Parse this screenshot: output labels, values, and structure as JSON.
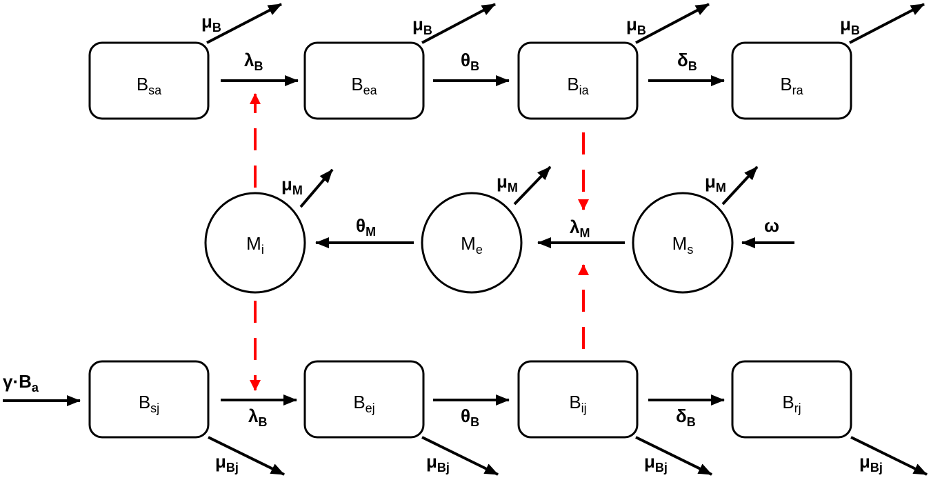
{
  "nodes": {
    "bsa": {
      "main": "B",
      "sub": "sa"
    },
    "bea": {
      "main": "B",
      "sub": "ea"
    },
    "bia": {
      "main": "B",
      "sub": "ia"
    },
    "bra": {
      "main": "B",
      "sub": "ra"
    },
    "mi": {
      "main": "M",
      "sub": "i"
    },
    "me": {
      "main": "M",
      "sub": "e"
    },
    "ms": {
      "main": "M",
      "sub": "s"
    },
    "bsj": {
      "main": "B",
      "sub": "sj"
    },
    "bej": {
      "main": "B",
      "sub": "ej"
    },
    "bij": {
      "main": "B",
      "sub": "ij"
    },
    "brj": {
      "main": "B",
      "sub": "rj"
    }
  },
  "rates": {
    "mu_b": {
      "main": "μ",
      "sub": "B"
    },
    "lambda_b": {
      "main": "λ",
      "sub": "B"
    },
    "theta_b": {
      "main": "θ",
      "sub": "B"
    },
    "delta_b": {
      "main": "δ",
      "sub": "B"
    },
    "mu_m": {
      "main": "μ",
      "sub": "M"
    },
    "theta_m": {
      "main": "θ",
      "sub": "M"
    },
    "lambda_m": {
      "main": "λ",
      "sub": "M"
    },
    "omega": {
      "main": "ω"
    },
    "mu_bj": {
      "main": "μ",
      "sub": "Bj"
    },
    "gamma_ba": {
      "main": "γ·B",
      "sub": "a"
    }
  },
  "colors": {
    "line": "#000000",
    "infection": "#ff0000"
  }
}
